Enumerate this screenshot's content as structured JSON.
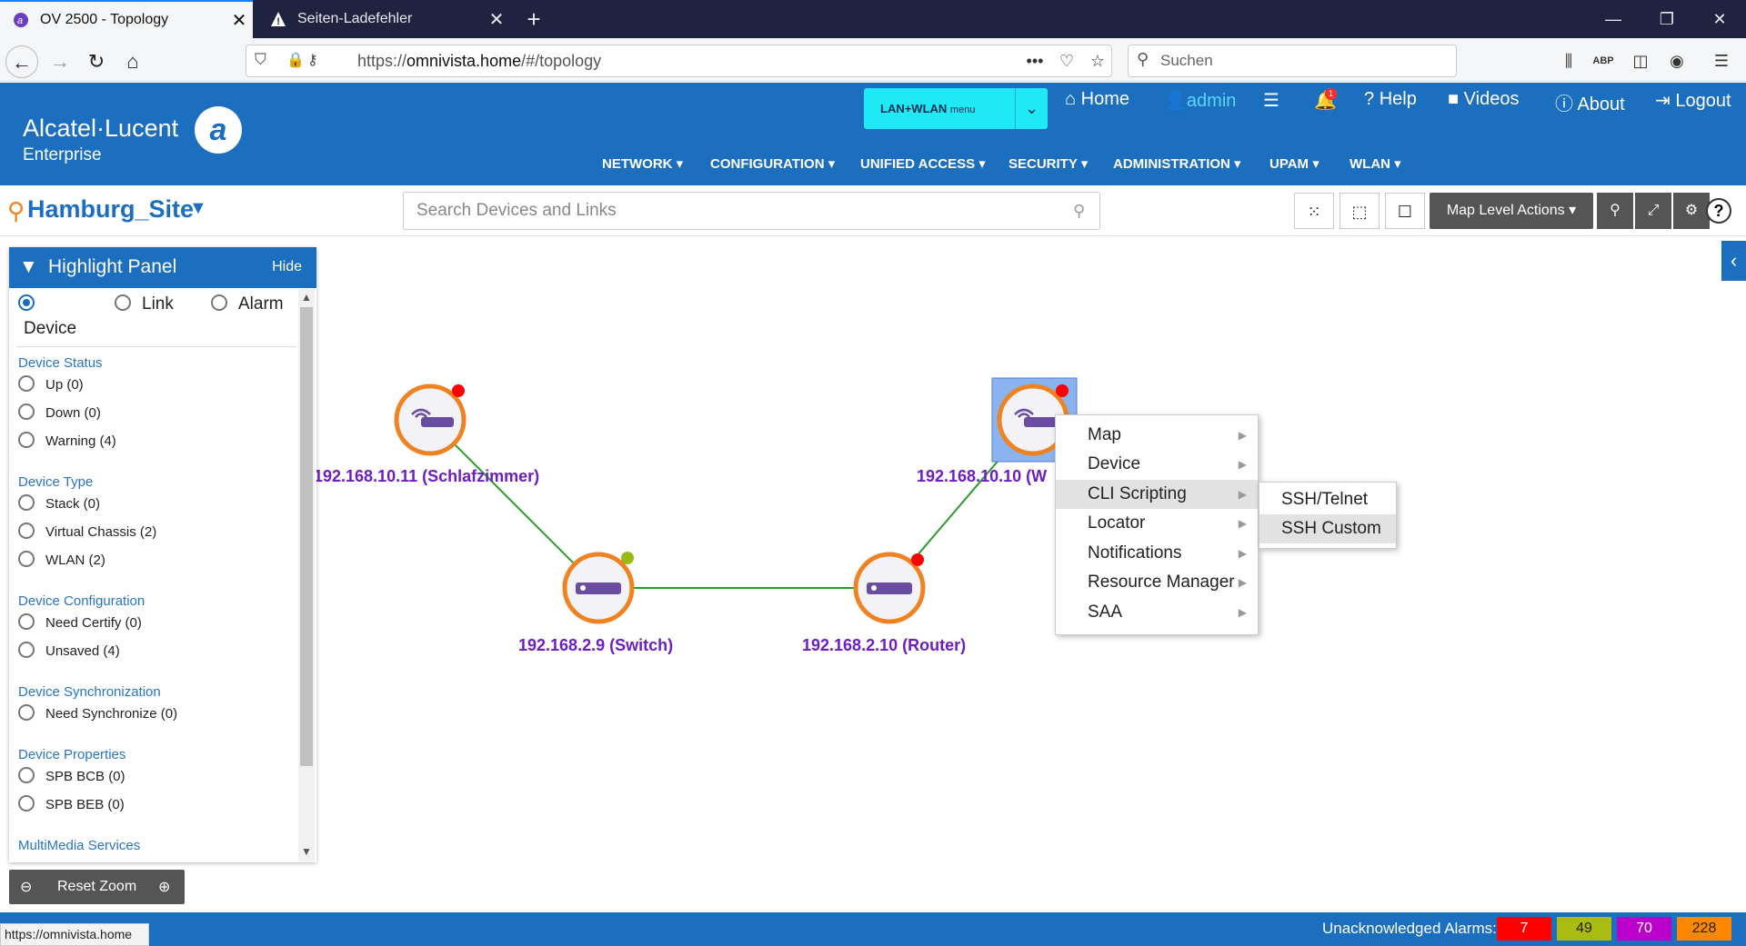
{
  "browser": {
    "tabs": [
      {
        "title": "OV 2500 - Topology",
        "active": true
      },
      {
        "title": "Seiten-Ladefehler",
        "active": false
      }
    ],
    "url_prefix": "https://",
    "url_host": "omnivista.home",
    "url_path": "/#/topology",
    "search_placeholder": "Suchen"
  },
  "header": {
    "logo_line1": "Alcatel·Lucent",
    "logo_line2": "Enterprise",
    "lan_wlan_label": "LAN+WLAN",
    "lan_wlan_small": "menu",
    "top_links": {
      "home": "Home",
      "admin": "admin",
      "help": "Help",
      "videos": "Videos",
      "about": "About",
      "logout": "Logout"
    },
    "notification_count": "1",
    "menu": [
      "NETWORK",
      "CONFIGURATION",
      "UNIFIED ACCESS",
      "SECURITY",
      "ADMINISTRATION",
      "UPAM",
      "WLAN"
    ]
  },
  "site": {
    "title": "Hamburg_Site",
    "search_placeholder": "Search Devices and Links",
    "map_level_actions": "Map Level Actions"
  },
  "highlight_panel": {
    "title": "Highlight Panel",
    "hide_label": "Hide",
    "modes": [
      "Device",
      "Link",
      "Alarm"
    ],
    "sections": [
      {
        "title": "Device Status",
        "options": [
          "Up (0)",
          "Down (0)",
          "Warning (4)"
        ]
      },
      {
        "title": "Device Type",
        "options": [
          "Stack (0)",
          "Virtual Chassis (2)",
          "WLAN (2)"
        ]
      },
      {
        "title": "Device Configuration",
        "options": [
          "Need Certify (0)",
          "Unsaved (4)"
        ]
      },
      {
        "title": "Device Synchronization",
        "options": [
          "Need Synchronize (0)"
        ]
      },
      {
        "title": "Device Properties",
        "options": [
          "SPB BCB (0)",
          "SPB BEB (0)"
        ]
      },
      {
        "title": "MultiMedia Services",
        "options": []
      }
    ],
    "reset_zoom": "Reset Zoom"
  },
  "topology": {
    "devices": [
      {
        "label": "192.168.10.11 (Schlafzimmer)",
        "type": "wlan",
        "status_color": "#ff0000"
      },
      {
        "label": "192.168.10.10 (W",
        "type": "wlan",
        "status_color": "#ff0000"
      },
      {
        "label": "192.168.2.9 (Switch)",
        "type": "switch",
        "status_color": "#99bb11"
      },
      {
        "label": "192.168.2.10 (Router)",
        "type": "switch",
        "status_color": "#ff0000"
      }
    ]
  },
  "context_menu": {
    "items": [
      "Map",
      "Device",
      "CLI Scripting",
      "Locator",
      "Notifications",
      "Resource Manager",
      "SAA"
    ],
    "highlighted": "CLI Scripting",
    "submenu": [
      "SSH/Telnet",
      "SSH Custom"
    ],
    "submenu_highlighted": "SSH Custom"
  },
  "footer": {
    "label": "Unacknowledged Alarms:",
    "alarms": [
      {
        "value": "7",
        "color": "#ff0000"
      },
      {
        "value": "49",
        "color": "#aabb11"
      },
      {
        "value": "70",
        "color": "#bb00cc"
      },
      {
        "value": "228",
        "color": "#ff8800"
      }
    ],
    "status_url": "https://omnivista.home"
  },
  "colors": {
    "brand_blue": "#1c6fbf",
    "device_ring": "#f08321",
    "device_icon": "#6a4ca0",
    "link_green": "#2a9a2a"
  }
}
